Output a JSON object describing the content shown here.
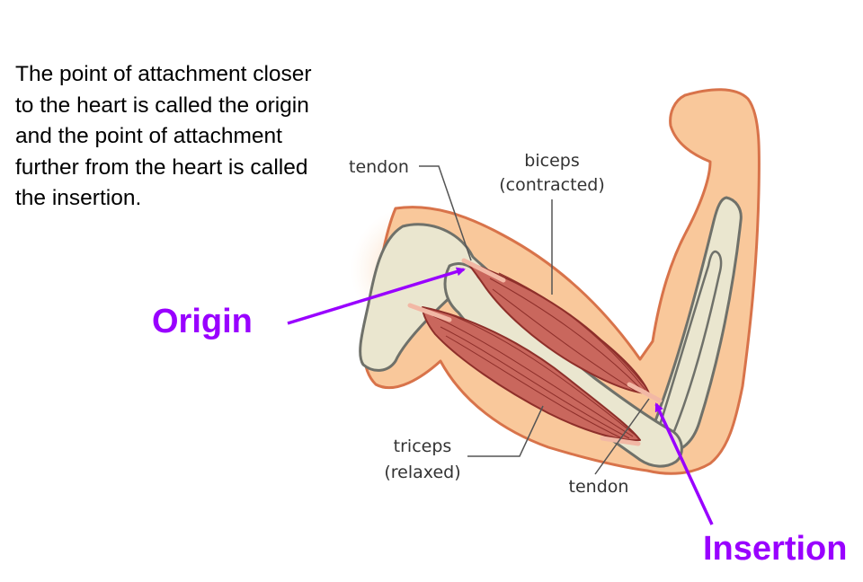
{
  "description": "The point of attachment closer to the heart is called the origin and the point of attachment further from the heart is called the insertion.",
  "callouts": {
    "origin": "Origin",
    "insertion": "Insertion"
  },
  "labels": {
    "tendon_top": "tendon",
    "biceps_name": "biceps",
    "biceps_state": "(contracted)",
    "triceps_name": "triceps",
    "triceps_state": "(relaxed)",
    "tendon_bottom": "tendon"
  },
  "colors": {
    "callout_purple": "#9900ff",
    "skin": "#f9c89b",
    "skin_outline": "#d8734a",
    "bone": "#eae6cf",
    "bone_outline": "#6f716a",
    "muscle": "#c9675d",
    "muscle_outline": "#8e2f2a",
    "tendon": "#f2b8a5"
  }
}
